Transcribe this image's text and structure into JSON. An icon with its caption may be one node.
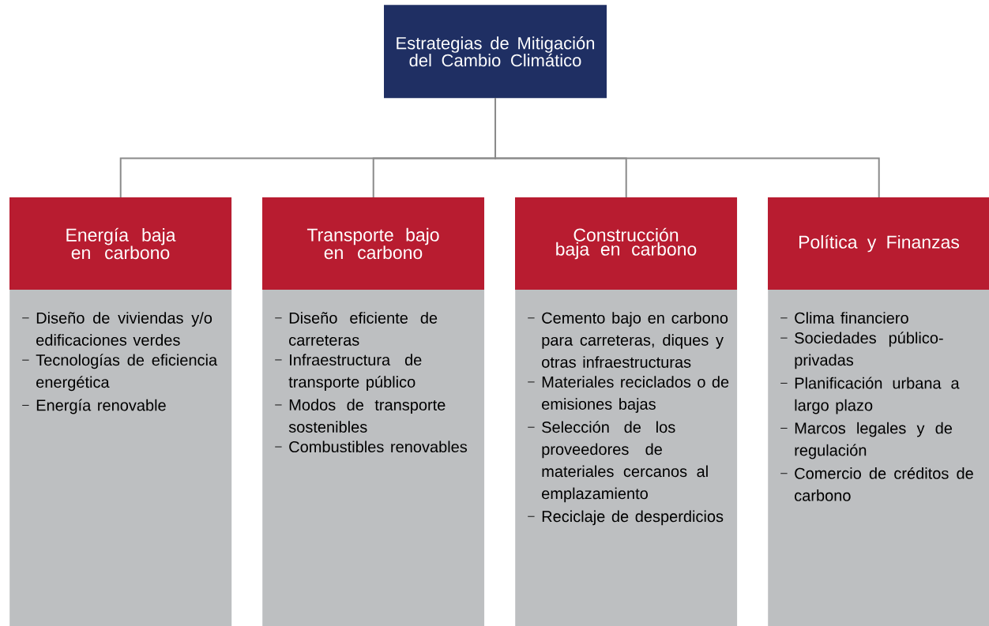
{
  "diagram": {
    "nodes": [
      {
        "text": [
          "Estrategias de Mitigación del Cambio Climático"
        ]
      },
      {
        "text": [
          "Energía baja en carbono",
          "Diseño de viviendas y/o edificaciones verdes",
          "Tecnologías de eficiencia energética",
          "Energía renovable"
        ]
      },
      {
        "text": [
          "Transporte bajo en carbono",
          "Diseño eficiente de carreteras",
          "Infraestructura de transporte público",
          "Modos de transporte sostenibles",
          "Combustibles renovables"
        ]
      },
      {
        "text": [
          "Construcción baja en carbono",
          "Cemento bajo en carbono para carreteras, diques y otras infraestructuras",
          "Materiales reciclados o de emisiones bajas",
          "Selección de los proveedores de materiales cercanos al emplazamiento",
          "Reciclaje de desperdicios"
        ]
      },
      {
        "text": [
          "Política y Finanzas",
          "Clima financiero",
          "Sociedades público-privadas",
          "Planificación urbana a largo plazo",
          "Marcos legales y de regulación",
          "Comercio de créditos de carbono"
        ]
      }
    ],
    "edges": [
      {
        "from": 0,
        "to": 1,
        "arrow": "none"
      },
      {
        "from": 0,
        "to": 2,
        "arrow": "none"
      },
      {
        "from": 0,
        "to": 3,
        "arrow": "none"
      },
      {
        "from": 0,
        "to": 4,
        "arrow": "none"
      }
    ]
  }
}
